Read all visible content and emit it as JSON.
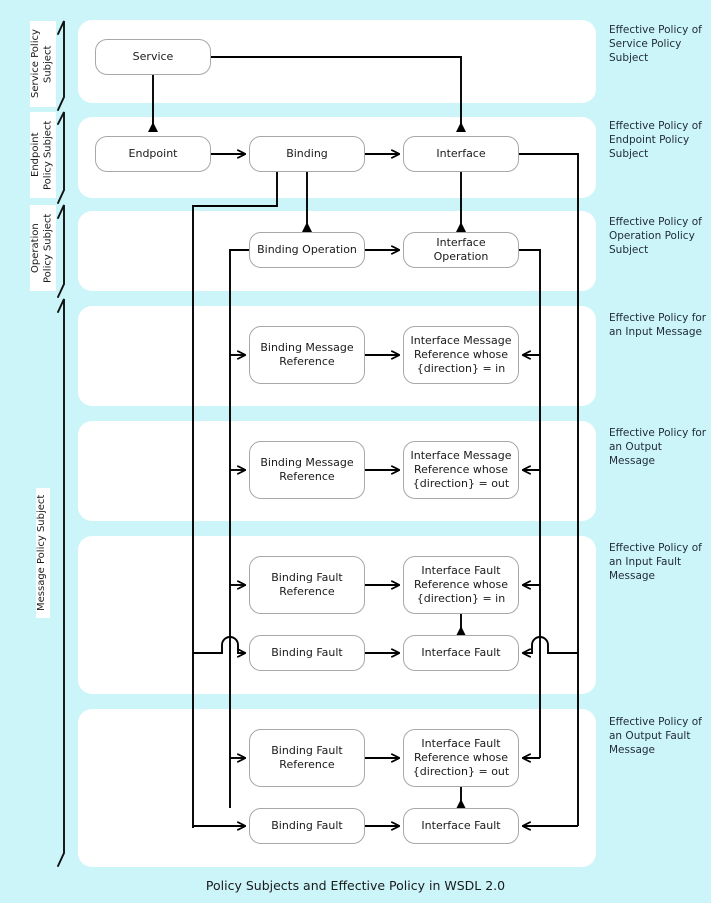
{
  "caption": "Policy Subjects and Effective Policy in WSDL 2.0",
  "colors": {
    "page_background": "#ccf5fa",
    "band_background": "#ffffff",
    "node_border": "#a8a8a8",
    "connector": "#000000",
    "text": "#1a1a1a"
  },
  "left_brackets": [
    {
      "id": "service-policy-subject",
      "label": "Service Policy\nSubject"
    },
    {
      "id": "endpoint-policy-subject",
      "label": "Endpoint\nPolicy Subject"
    },
    {
      "id": "operation-policy-subject",
      "label": "Operation\nPolicy Subject"
    },
    {
      "id": "message-policy-subject",
      "label": "Message Policy Subject"
    }
  ],
  "bands": [
    {
      "id": "service",
      "right_label": "Effective Policy of Service Policy Subject",
      "nodes": [
        {
          "id": "service",
          "label": "Service"
        }
      ]
    },
    {
      "id": "endpoint",
      "right_label": "Effective Policy of Endpoint Policy Subject",
      "nodes": [
        {
          "id": "endpoint",
          "label": "Endpoint"
        },
        {
          "id": "binding",
          "label": "Binding"
        },
        {
          "id": "interface",
          "label": "Interface"
        }
      ]
    },
    {
      "id": "operation",
      "right_label": "Effective Policy of Operation Policy Subject",
      "nodes": [
        {
          "id": "binding-operation",
          "label": "Binding Operation"
        },
        {
          "id": "interface-operation",
          "label": "Interface Operation"
        }
      ]
    },
    {
      "id": "input-message",
      "right_label": "Effective Policy for an Input Message",
      "nodes": [
        {
          "id": "binding-message-reference-in",
          "label": "Binding Message\nReference"
        },
        {
          "id": "interface-message-reference-in",
          "label": "Interface Message\nReference whose\n{direction} = in"
        }
      ]
    },
    {
      "id": "output-message",
      "right_label": "Effective Policy for an Output Message",
      "nodes": [
        {
          "id": "binding-message-reference-out",
          "label": "Binding Message\nReference"
        },
        {
          "id": "interface-message-reference-out",
          "label": "Interface Message\nReference whose\n{direction} = out"
        }
      ]
    },
    {
      "id": "input-fault-message",
      "right_label": "Effective Policy of an Input Fault Message",
      "nodes": [
        {
          "id": "binding-fault-reference-in",
          "label": "Binding Fault\nReference"
        },
        {
          "id": "interface-fault-reference-in",
          "label": "Interface Fault\nReference whose\n{direction} = in"
        },
        {
          "id": "binding-fault-in",
          "label": "Binding Fault"
        },
        {
          "id": "interface-fault-in",
          "label": "Interface Fault"
        }
      ]
    },
    {
      "id": "output-fault-message",
      "right_label": "Effective Policy of an Output Fault Message",
      "nodes": [
        {
          "id": "binding-fault-reference-out",
          "label": "Binding Fault\nReference"
        },
        {
          "id": "interface-fault-reference-out",
          "label": "Interface Fault\nReference whose\n{direction} = out"
        },
        {
          "id": "binding-fault-out",
          "label": "Binding Fault"
        },
        {
          "id": "interface-fault-out",
          "label": "Interface Fault"
        }
      ]
    }
  ]
}
